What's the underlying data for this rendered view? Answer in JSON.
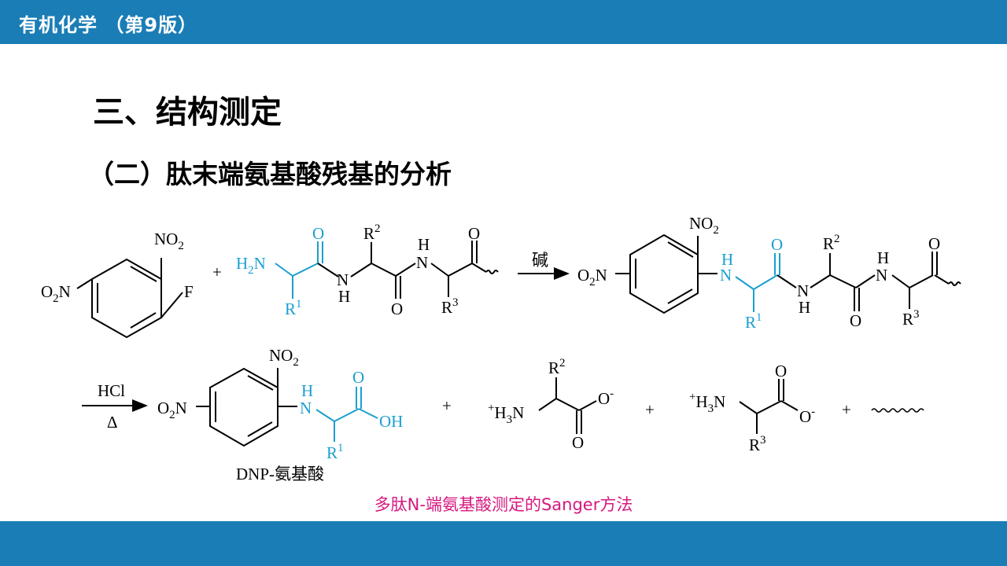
{
  "slide": {
    "header_title": "有机化学 （第9版）",
    "heading": "三、结构测定",
    "subheading": "（二）肽末端氨基酸残基的分析",
    "caption": "多肽N-端氨基酸测定的Sanger方法"
  },
  "scheme": {
    "no2": "NO",
    "no2_sub": "2",
    "o2n": "O",
    "o2n_sub": "2",
    "o2n_n": "N",
    "f": "F",
    "plus": "+",
    "h2n": "H",
    "h2n_sub": "2",
    "h2n_n": "N",
    "n": "N",
    "h": "H",
    "o": "O",
    "r": "R",
    "r1_sup": "1",
    "r2_sup": "2",
    "r3_sup": "3",
    "base_label": "碱",
    "hcl": "HCl",
    "delta": "Δ",
    "oh": "OH",
    "plus_sup": "+",
    "h3n": "H",
    "h3n_sub": "3",
    "h3n_n": "N",
    "o_minus": "O",
    "minus_sup": "-",
    "dnp_label": "DNP-氨基酸"
  },
  "colors": {
    "bar": "#1a7db6",
    "cyan": "#1a9fcf",
    "black": "#000000",
    "caption": "#d6177f"
  }
}
